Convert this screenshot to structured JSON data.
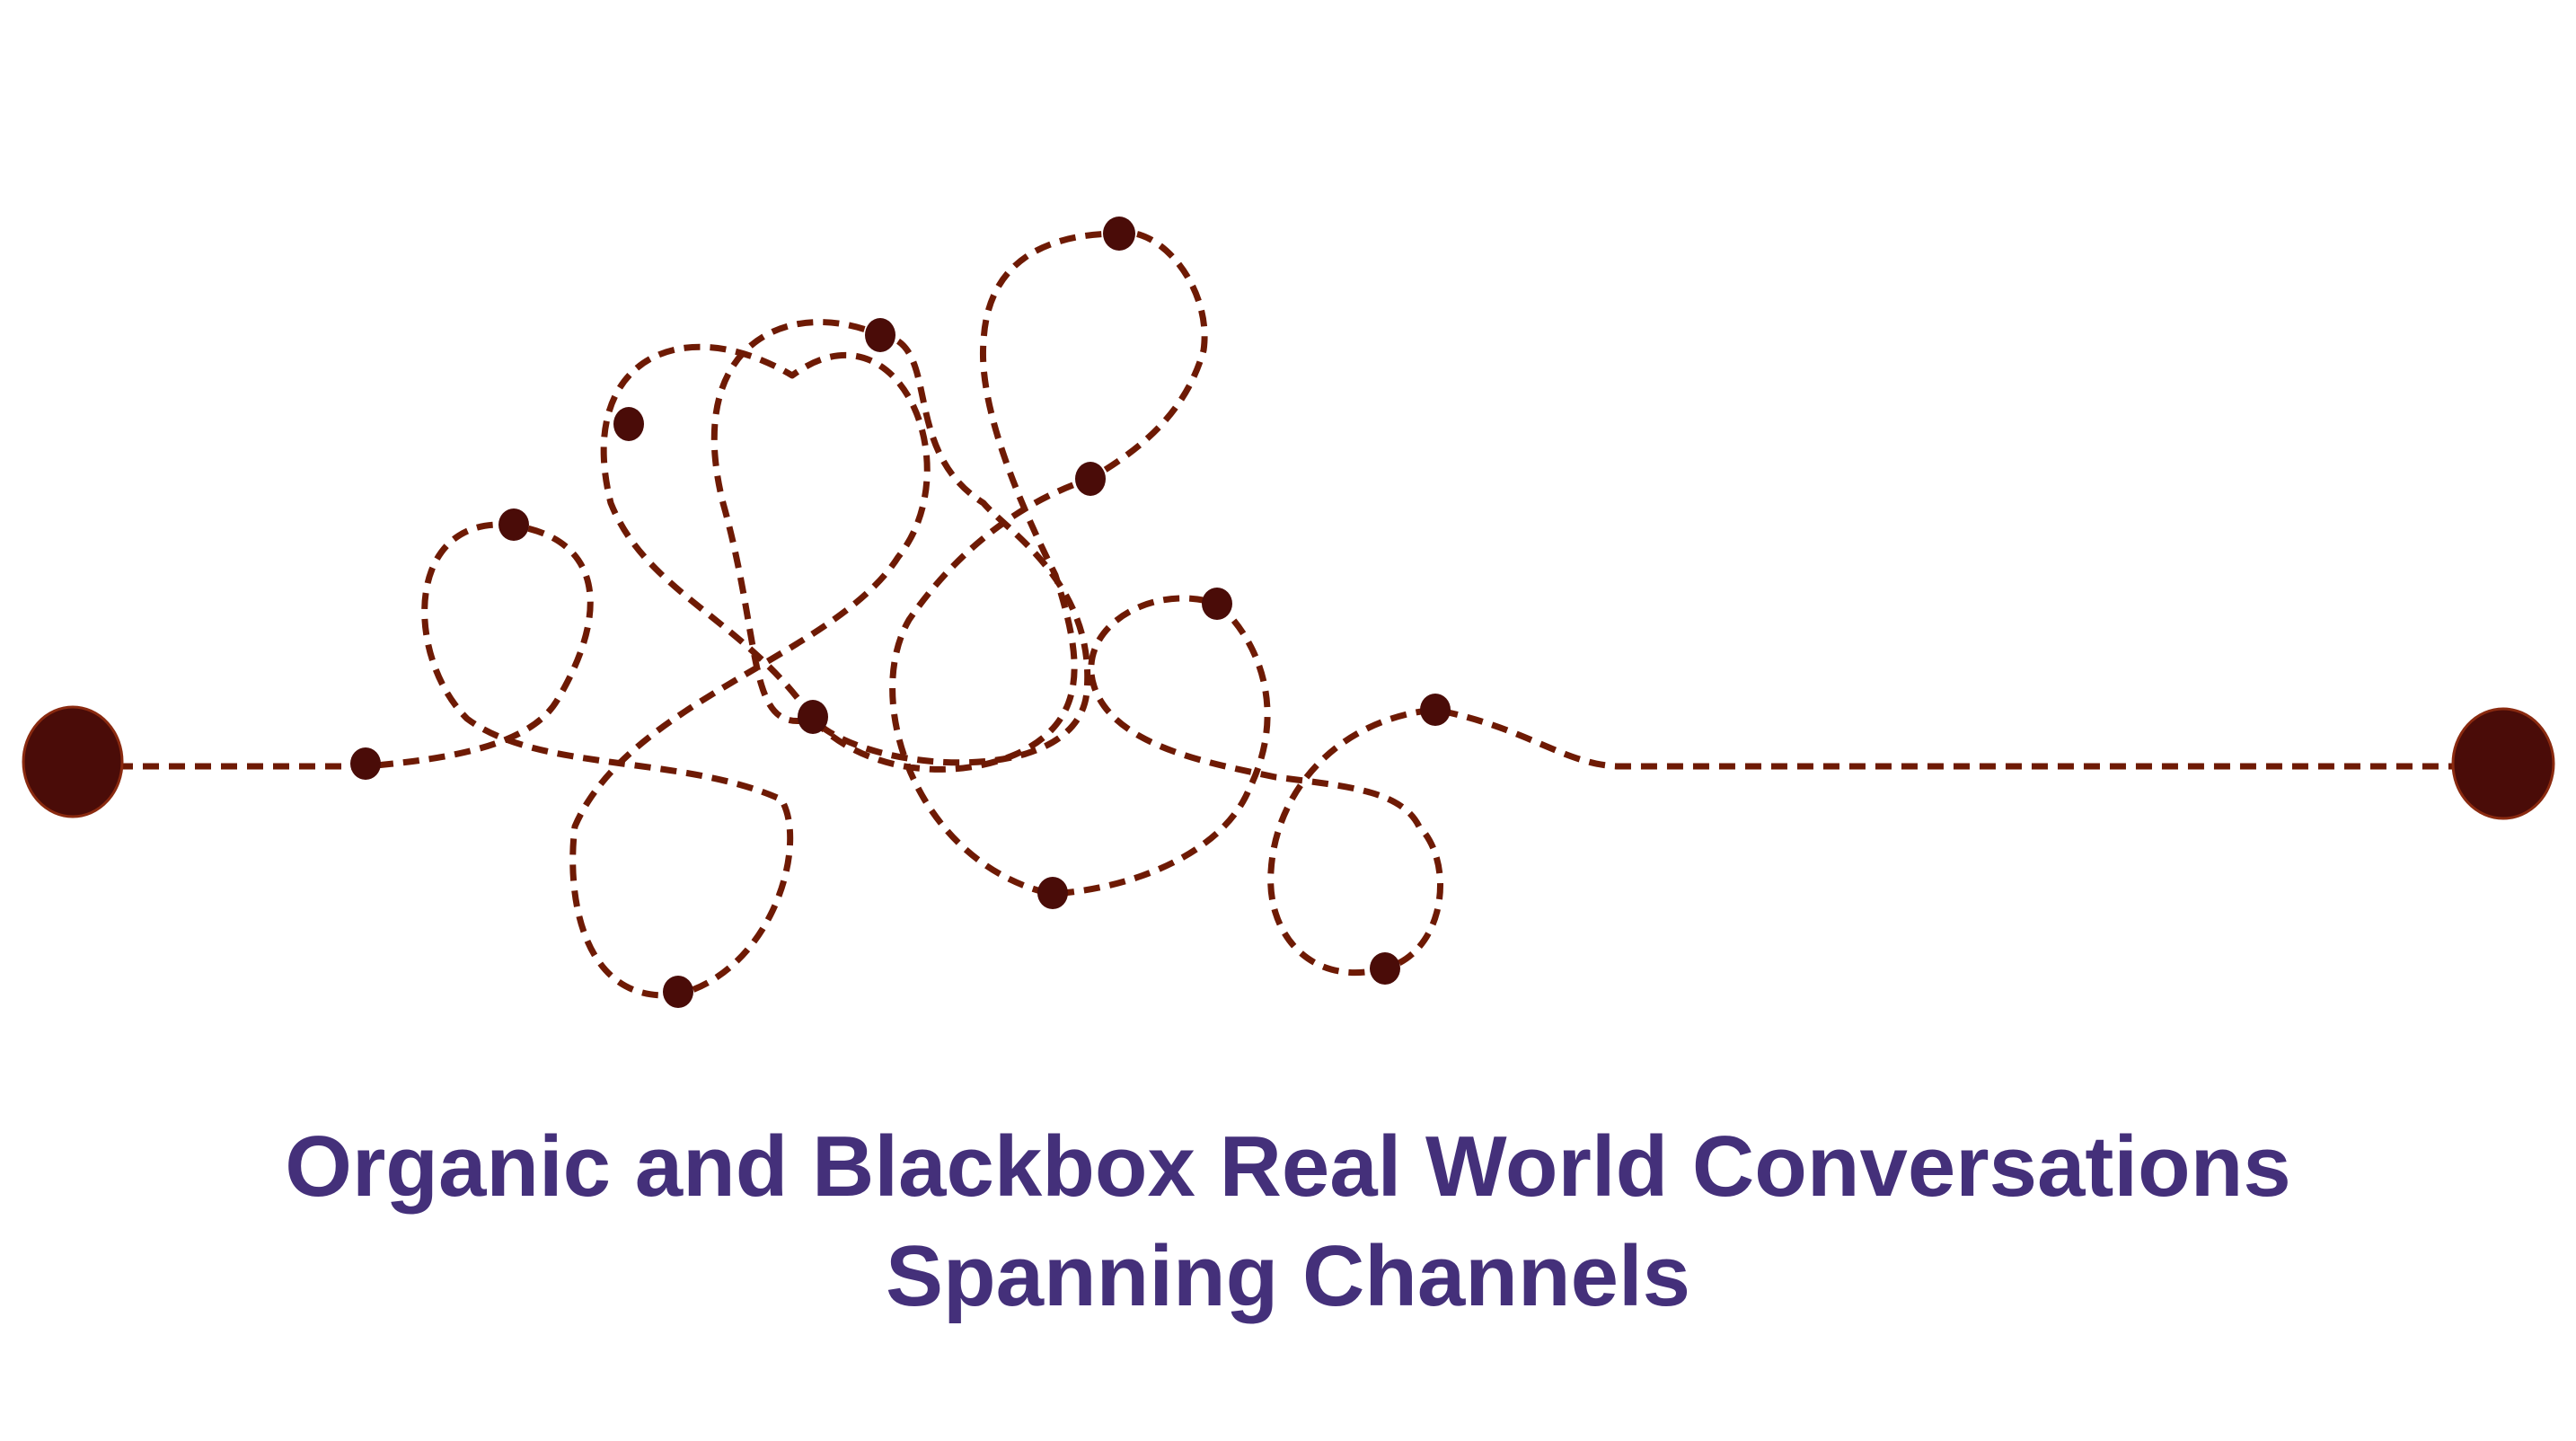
{
  "title": {
    "line1": "Organic and Blackbox Real World Conversations",
    "line2": "Spanning Channels"
  },
  "colors": {
    "path": "#6e1a04",
    "dots": "#4a0c08",
    "title": "#44307a"
  },
  "diagram": {
    "type": "tangled-path",
    "path_style": "dashed",
    "endpoints": [
      "start-node",
      "end-node"
    ],
    "waypoint_count": 14
  }
}
